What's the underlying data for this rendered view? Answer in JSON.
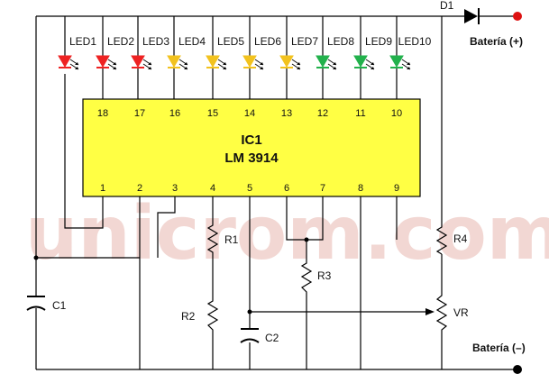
{
  "diagram": {
    "watermark": "unicrom.com",
    "ic": {
      "name": "IC1",
      "part": "LM 3914",
      "fill": "#ffff44"
    },
    "top_pins": [
      "18",
      "17",
      "16",
      "15",
      "14",
      "13",
      "12",
      "11",
      "10"
    ],
    "bottom_pins": [
      "1",
      "2",
      "3",
      "4",
      "5",
      "6",
      "7",
      "8",
      "9"
    ],
    "leds": [
      {
        "label": "LED1",
        "color": "#ee2222"
      },
      {
        "label": "LED2",
        "color": "#ee2222"
      },
      {
        "label": "LED3",
        "color": "#ee2222"
      },
      {
        "label": "LED4",
        "color": "#f2c21e"
      },
      {
        "label": "LED5",
        "color": "#f2c21e"
      },
      {
        "label": "LED6",
        "color": "#f2c21e"
      },
      {
        "label": "LED7",
        "color": "#f2c21e"
      },
      {
        "label": "LED8",
        "color": "#22b14c"
      },
      {
        "label": "LED9",
        "color": "#22b14c"
      },
      {
        "label": "LED10",
        "color": "#22b14c"
      }
    ],
    "components": {
      "d1": "D1",
      "c1": "C1",
      "c2": "C2",
      "r1": "R1",
      "r2": "R2",
      "r3": "R3",
      "r4": "R4",
      "vr": "VR"
    },
    "battery_pos": "Batería (+)",
    "battery_neg": "Batería (–)",
    "terminal_color": "#dd1111"
  }
}
